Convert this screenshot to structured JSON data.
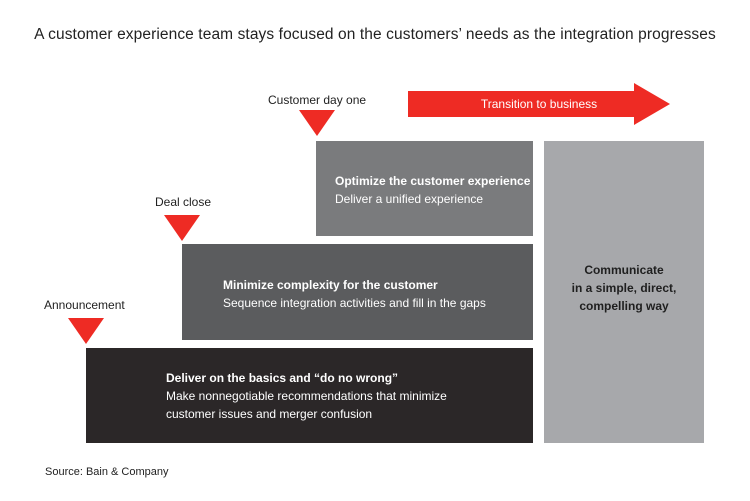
{
  "title": "A customer experience team stays focused on the customers’ needs as the integration progresses",
  "milestones": [
    {
      "label": "Customer day one"
    },
    {
      "label": "Deal close"
    },
    {
      "label": "Announcement"
    }
  ],
  "blocks": [
    {
      "heading": "Optimize the customer experience",
      "text": "Deliver a unified experience",
      "color": "#7a7b7d"
    },
    {
      "heading": "Minimize complexity for the customer",
      "text": "Sequence integration activities and fill in the gaps",
      "color": "#5b5c5e"
    },
    {
      "heading": "Deliver on the basics and “do no wrong”",
      "text": "Make nonnegotiable recommendations that minimize\ncustomer issues and merger confusion",
      "color": "#2b2728"
    }
  ],
  "side_box": {
    "text": "Communicate\nin a simple, direct,\ncompelling way",
    "color": "#a7a8ab"
  },
  "arrow": {
    "label": "Transition to business",
    "color": "#ee2b24"
  },
  "source": "Source: Bain & Company"
}
